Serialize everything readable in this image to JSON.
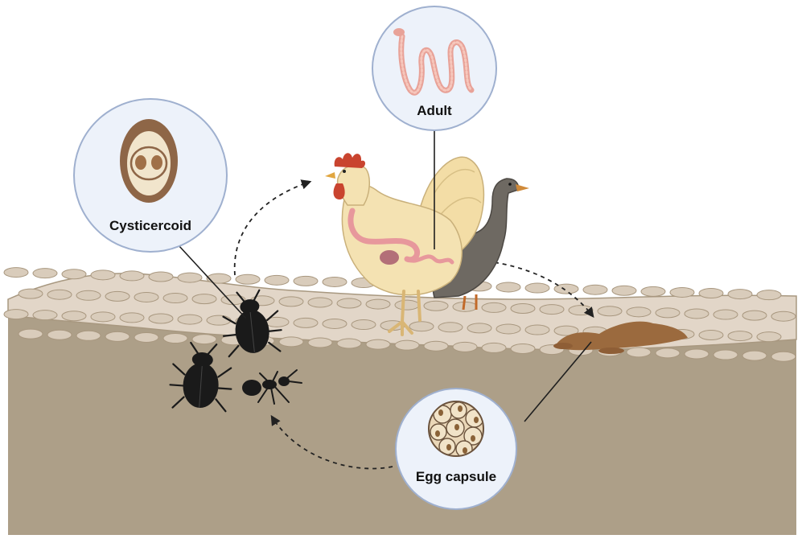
{
  "callouts": {
    "adult": {
      "label": "Adult",
      "icon": "tapeworm-icon"
    },
    "cysticercoid": {
      "label": "Cysticercoid",
      "icon": "cysticercoid-larva-icon"
    },
    "egg_capsule": {
      "label": "Egg capsule",
      "icon": "egg-capsule-icon"
    }
  },
  "organisms": {
    "definitive_hosts": [
      "rooster-icon",
      "goose-icon"
    ],
    "intermediate_hosts": [
      "beetle-icon",
      "beetle-icon",
      "ant-icon"
    ],
    "environment": [
      "feces-icon"
    ]
  },
  "colors": {
    "soil": "#ad9f88",
    "cobble": "#e2d6c8",
    "callout_border": "#9fb0cf",
    "callout_fill": "#edf2fa",
    "arrow": "#222222"
  }
}
